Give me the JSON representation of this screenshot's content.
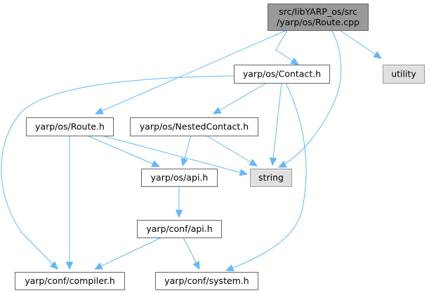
{
  "graph": {
    "title": "Include dependency graph for src/libYARP_os/src/yarp/os/Route.cpp",
    "colors": {
      "edge": "#63b8ff",
      "root_fill": "#999999",
      "node_fill": "#ffffff",
      "external_fill": "#e0e0e0",
      "border": "#666666"
    },
    "nodes": [
      {
        "id": "route_cpp",
        "kind": "root",
        "label_lines": [
          "src/libYARP_os/src",
          "/yarp/os/Route.cpp"
        ]
      },
      {
        "id": "contact_h",
        "kind": "normal",
        "label_lines": [
          "yarp/os/Contact.h"
        ]
      },
      {
        "id": "utility",
        "kind": "external",
        "label_lines": [
          "utility"
        ]
      },
      {
        "id": "route_h",
        "kind": "normal",
        "label_lines": [
          "yarp/os/Route.h"
        ]
      },
      {
        "id": "nestedcontact_h",
        "kind": "normal",
        "label_lines": [
          "yarp/os/NestedContact.h"
        ]
      },
      {
        "id": "os_api_h",
        "kind": "normal",
        "label_lines": [
          "yarp/os/api.h"
        ]
      },
      {
        "id": "string",
        "kind": "external",
        "label_lines": [
          "string"
        ]
      },
      {
        "id": "conf_api_h",
        "kind": "normal",
        "label_lines": [
          "yarp/conf/api.h"
        ]
      },
      {
        "id": "compiler_h",
        "kind": "normal",
        "label_lines": [
          "yarp/conf/compiler.h"
        ]
      },
      {
        "id": "system_h",
        "kind": "normal",
        "label_lines": [
          "yarp/conf/system.h"
        ]
      }
    ],
    "edges": [
      {
        "from": "route_cpp",
        "to": "contact_h"
      },
      {
        "from": "route_cpp",
        "to": "utility"
      },
      {
        "from": "route_cpp",
        "to": "route_h"
      },
      {
        "from": "route_cpp",
        "to": "string"
      },
      {
        "from": "contact_h",
        "to": "nestedcontact_h"
      },
      {
        "from": "contact_h",
        "to": "string"
      },
      {
        "from": "contact_h",
        "to": "compiler_h"
      },
      {
        "from": "contact_h",
        "to": "system_h"
      },
      {
        "from": "route_h",
        "to": "os_api_h"
      },
      {
        "from": "route_h",
        "to": "string"
      },
      {
        "from": "route_h",
        "to": "compiler_h"
      },
      {
        "from": "nestedcontact_h",
        "to": "os_api_h"
      },
      {
        "from": "nestedcontact_h",
        "to": "string"
      },
      {
        "from": "os_api_h",
        "to": "conf_api_h"
      },
      {
        "from": "conf_api_h",
        "to": "compiler_h"
      },
      {
        "from": "conf_api_h",
        "to": "system_h"
      }
    ]
  }
}
